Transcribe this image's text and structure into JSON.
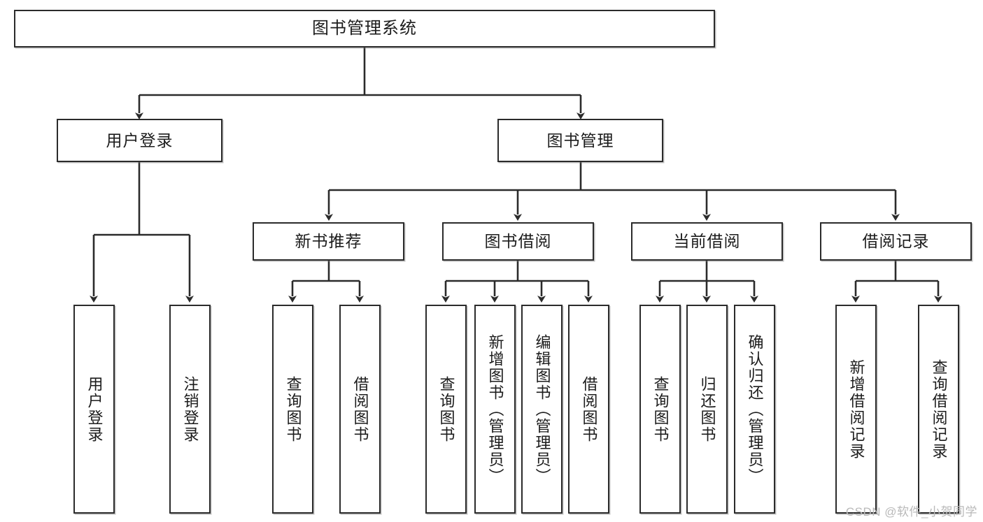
{
  "diagram": {
    "title": "图书管理系统",
    "type": "tree",
    "watermark": "CSDN @软件_小贺同学",
    "colors": {
      "stroke": "#2b2b2b",
      "box_fill": "#ffffff",
      "text": "#1c1c1c",
      "watermark": "#b9b9b9",
      "background": "#ffffff"
    },
    "nodes": {
      "root": {
        "label": "图书管理系统"
      },
      "level2": [
        {
          "id": "user-login",
          "label": "用户登录"
        },
        {
          "id": "book-management",
          "label": "图书管理"
        }
      ],
      "level3": [
        {
          "id": "new-book-recommend",
          "label": "新书推荐"
        },
        {
          "id": "book-borrow",
          "label": "图书借阅"
        },
        {
          "id": "current-borrow",
          "label": "当前借阅"
        },
        {
          "id": "borrow-record",
          "label": "借阅记录"
        }
      ],
      "leaves": {
        "user-login": [
          {
            "id": "leaf-user-login",
            "label": "用户登录"
          },
          {
            "id": "leaf-logout-login",
            "label": "注销登录"
          }
        ],
        "new-book-recommend": [
          {
            "id": "leaf-query-book-1",
            "label": "查询图书"
          },
          {
            "id": "leaf-borrow-book-1",
            "label": "借阅图书"
          }
        ],
        "book-borrow": [
          {
            "id": "leaf-query-book-2",
            "label": "查询图书"
          },
          {
            "id": "leaf-add-book",
            "label": "新增图书（管理员）"
          },
          {
            "id": "leaf-edit-book",
            "label": "编辑图书（管理员）"
          },
          {
            "id": "leaf-borrow-book-2",
            "label": "借阅图书"
          }
        ],
        "current-borrow": [
          {
            "id": "leaf-query-book-3",
            "label": "查询图书"
          },
          {
            "id": "leaf-return-book",
            "label": "归还图书"
          },
          {
            "id": "leaf-confirm-return",
            "label": "确认归还（管理员）"
          }
        ],
        "borrow-record": [
          {
            "id": "leaf-add-borrow-record",
            "label": "新增借阅记录"
          },
          {
            "id": "leaf-query-borrow-record",
            "label": "查询借阅记录"
          }
        ]
      }
    }
  }
}
